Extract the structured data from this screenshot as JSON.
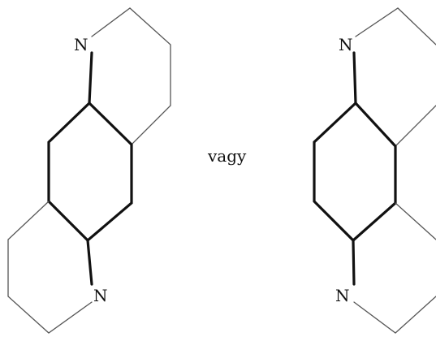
{
  "structures": [
    {
      "name": "left-structure",
      "atom_labels": [
        "N",
        "N"
      ]
    },
    {
      "name": "right-structure",
      "atom_labels": [
        "N",
        "N"
      ]
    }
  ],
  "connector_text": "vagy"
}
